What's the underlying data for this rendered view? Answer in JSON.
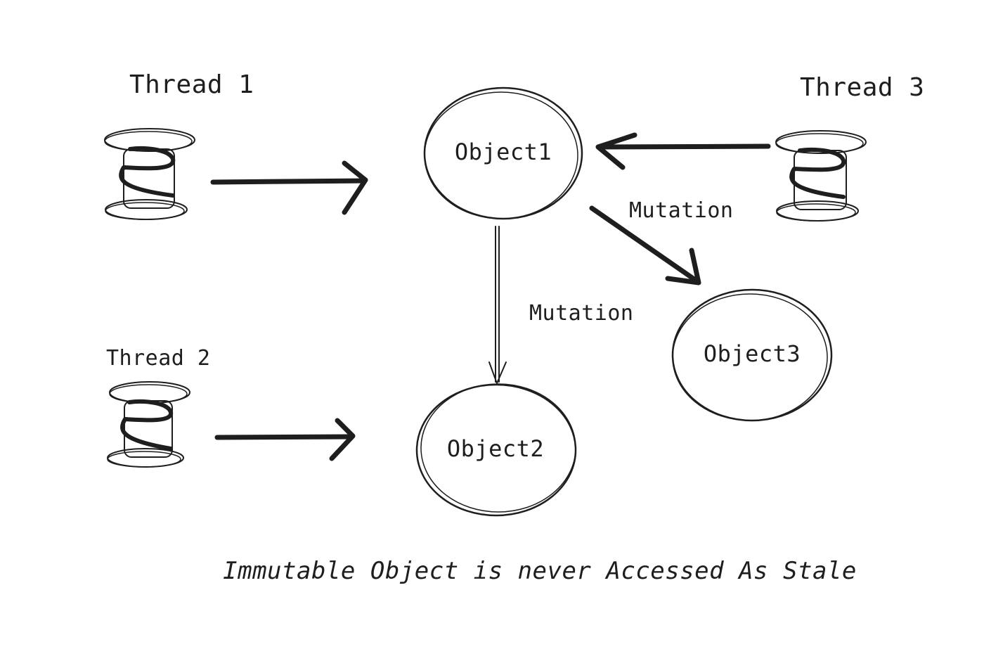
{
  "colors": {
    "ink": "#1e1e1e",
    "background": "#ffffff"
  },
  "threads": [
    {
      "id": "thread1",
      "label": "Thread 1",
      "icon": "spool-icon"
    },
    {
      "id": "thread2",
      "label": "Thread 2",
      "icon": "spool-icon"
    },
    {
      "id": "thread3",
      "label": "Thread 3",
      "icon": "spool-icon"
    }
  ],
  "objects": [
    {
      "id": "object1",
      "label": "Object1"
    },
    {
      "id": "object2",
      "label": "Object2"
    },
    {
      "id": "object3",
      "label": "Object3"
    }
  ],
  "edges": [
    {
      "from": "thread1",
      "to": "object1",
      "label": ""
    },
    {
      "from": "thread2",
      "to": "object2",
      "label": ""
    },
    {
      "from": "thread3",
      "to": "object1",
      "label": ""
    },
    {
      "from": "object1",
      "to": "object2",
      "label": "Mutation"
    },
    {
      "from": "object1",
      "to": "object3",
      "label": "Mutation"
    }
  ],
  "caption": "Immutable Object is never Accessed As Stale"
}
